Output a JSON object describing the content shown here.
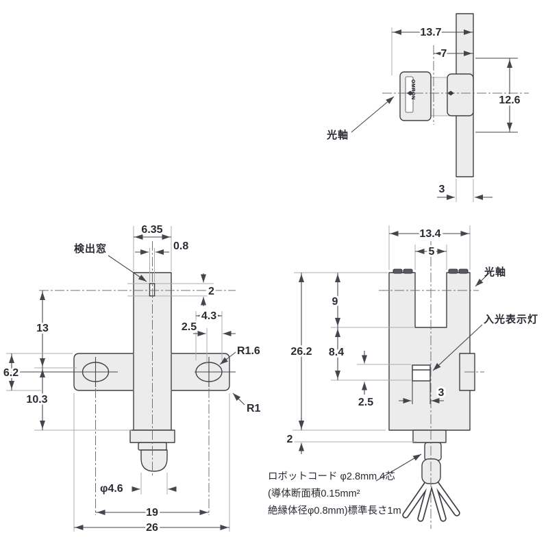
{
  "colors": {
    "background": "#ffffff",
    "part_outline": "#3f3f46",
    "part_fill": "#ececec",
    "part_fill_light": "#f3f3f3",
    "dimension_line": "#45454e",
    "extension_line": "#ababab",
    "center_line": "#707070",
    "text": "#2a2a33"
  },
  "labels": {
    "optical_axis_top": "光軸",
    "optical_axis_right": "光軸",
    "detection_window": "検出窓",
    "light_indicator": "入光表示灯",
    "brand": "OMRON"
  },
  "dims": {
    "top_width": "13.7",
    "top_inset": "7",
    "top_height": "12.6",
    "top_plate_thickness": "3",
    "front_head_width": "6.35",
    "front_window_width": "0.8",
    "front_window_height": "2",
    "front_hole_length": "4.3",
    "front_hole_offset": "2.5",
    "front_hole_radius": "R1.6",
    "front_flange_radius": "R1",
    "front_axis_to_hole": "13",
    "front_flange_height": "6.2",
    "front_hole_to_bottom": "10.3",
    "front_cable_diameter": "φ4.6",
    "front_hole_pitch": "19",
    "front_overall_width": "26",
    "right_width": "13.4",
    "right_slot_width": "5",
    "right_slot_depth": "9",
    "right_overall_height": "26.2",
    "right_slot_to_indicator": "8.4",
    "right_indicator_height": "2.5",
    "right_indicator_width": "3",
    "right_step_height": "2"
  },
  "cord_note": {
    "line1": "ロボットコード φ2.8mm 4芯",
    "line2": "(導体断面積0.15mm²",
    "line3": "絶縁体径φ0.8mm)標準長さ1m"
  }
}
